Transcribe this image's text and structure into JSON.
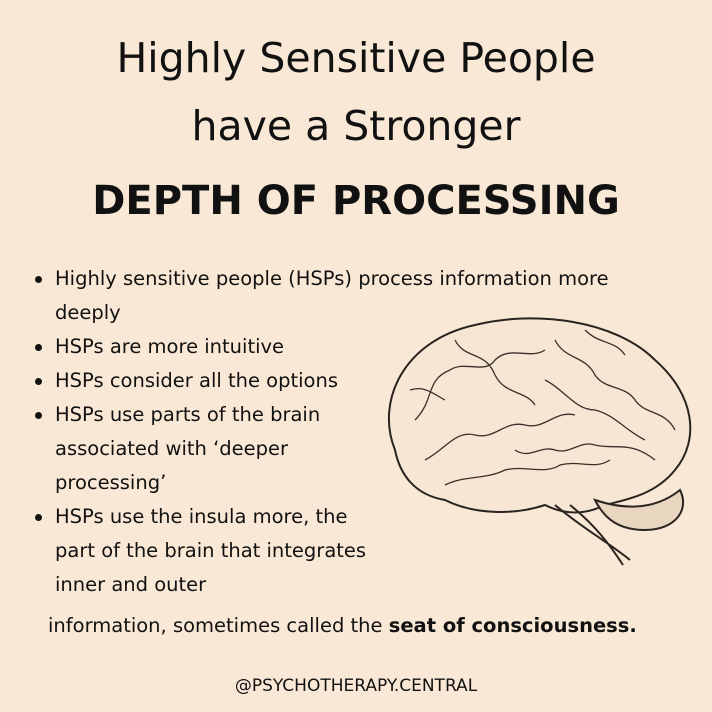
{
  "title": {
    "line1": "Highly Sensitive People",
    "line2": "have a Stronger",
    "line3": "DEPTH OF PROCESSING"
  },
  "bullets": [
    "Highly sensitive people (HSPs) process information more deeply",
    "HSPs are more intuitive",
    "HSPs consider all the options",
    "HSPs use parts of the brain associated with ‘deeper processing’",
    "HSPs use the insula more, the part of the brain that integrates inner and outer"
  ],
  "continuation": {
    "text": "information, sometimes called the ",
    "bold": "seat of consciousness."
  },
  "footer": "@PSYCHOTHERAPY.CENTRAL",
  "colors": {
    "background": "#f9e8d5",
    "text": "#111111"
  }
}
